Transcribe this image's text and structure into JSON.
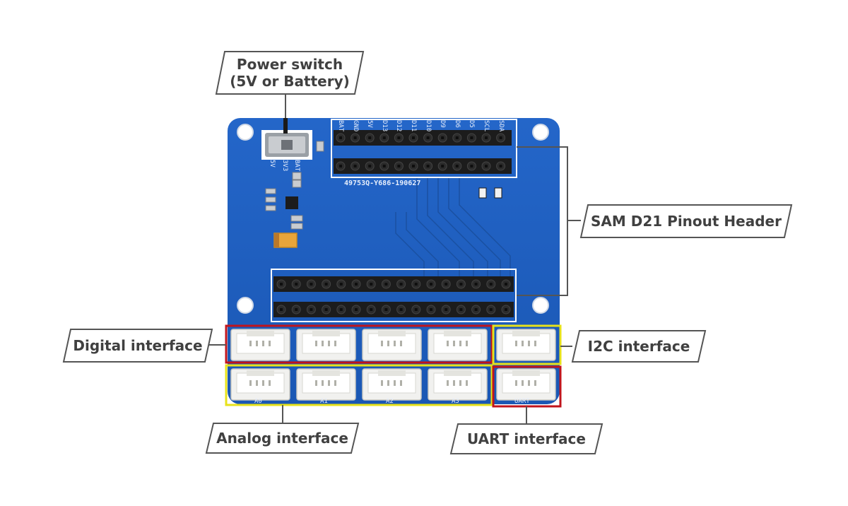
{
  "callouts": {
    "power_switch": {
      "line1": "Power switch",
      "line2": "(5V or Battery)"
    },
    "sam_header": "SAM D21 Pinout Header",
    "digital": "Digital interface",
    "i2c": "I2C interface",
    "analog": "Analog interface",
    "uart": "UART interface"
  },
  "board": {
    "serial": "49753Q-Y686-190627",
    "switch_labels": [
      "5V",
      "3V3",
      "BAT"
    ],
    "header_pins": [
      "BAT",
      "GND",
      "5V",
      "D13",
      "D12",
      "D11",
      "D10",
      "D9",
      "D6",
      "D5",
      "SCL",
      "SDA"
    ],
    "port_labels_bottom": [
      "A0",
      "A1",
      "A2",
      "A3",
      "UART"
    ]
  },
  "colors": {
    "pcb": "#1f5fc2",
    "pcb_dark": "#184fa6",
    "highlight_red": "#c0141c",
    "highlight_yellow": "#e7e21a",
    "outline_white": "#ffffff",
    "callout_text": "#404040"
  }
}
